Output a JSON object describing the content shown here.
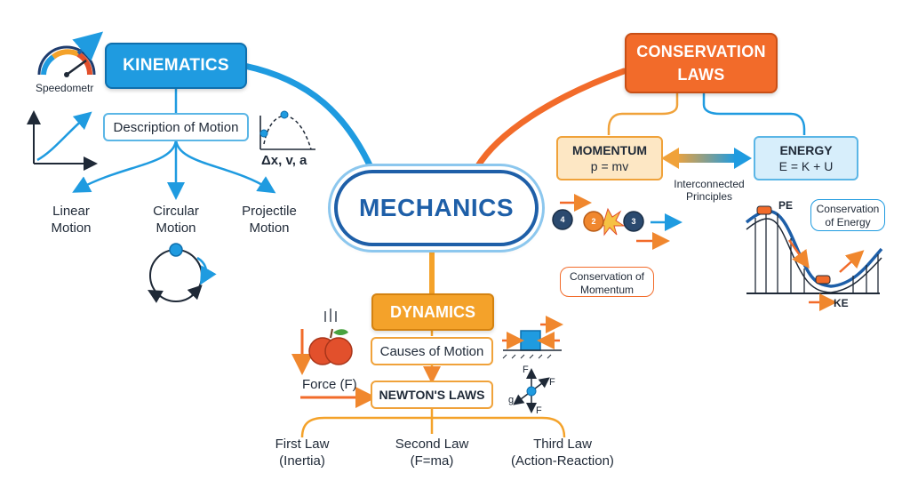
{
  "center": {
    "title": "MECHANICS"
  },
  "kinematics": {
    "title": "KINEMATICS",
    "gauge_label": "Speedometr",
    "description": "Description of Motion",
    "variables": "Δx, v, a",
    "children": [
      {
        "line1": "Linear",
        "line2": "Motion"
      },
      {
        "line1": "Circular",
        "line2": "Motion"
      },
      {
        "line1": "Projectile",
        "line2": "Motion"
      }
    ]
  },
  "conservation": {
    "title_line1": "CONSERVATION",
    "title_line2": "LAWS",
    "momentum": {
      "title": "MOMENTUM",
      "formula": "p = mv"
    },
    "energy": {
      "title": "ENERGY",
      "formula": "E = K + U"
    },
    "link_label_line1": "Interconnected",
    "link_label_line2": "Principles",
    "momentum_note_line1": "Conservation of",
    "momentum_note_line2": "Momentum",
    "energy_note_line1": "Conservation",
    "energy_note_line2": "of Energy",
    "balls": [
      "4",
      "2",
      "3"
    ],
    "pe_label": "PE",
    "ke_label": "KE"
  },
  "dynamics": {
    "title": "DYNAMICS",
    "causes": "Causes of Motion",
    "force_label": "Force (F)",
    "newton": "NEWTON'S LAWS",
    "fbd": {
      "f_top": "F",
      "f_right": "F",
      "f_bottom": "F",
      "g": "g"
    },
    "laws": [
      {
        "line1": "First Law",
        "line2": "(Inertia)"
      },
      {
        "line1": "Second Law",
        "line2": "(F=ma)"
      },
      {
        "line1": "Third Law",
        "line2": "(Action-Reaction)"
      }
    ]
  },
  "colors": {
    "blue": "#1f9be0",
    "dark_blue": "#1e5fa8",
    "orange": "#f26b2a",
    "amber": "#f4a22a"
  }
}
